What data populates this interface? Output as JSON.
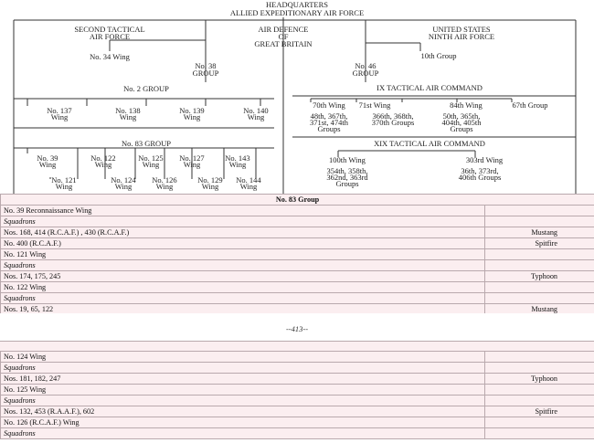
{
  "chart": {
    "hq": [
      "HEADQUARTERS",
      "ALLIED EXPEDITIONARY AIR FORCE"
    ],
    "second_taf": [
      "SECOND TACTICAL",
      "AIR FORCE"
    ],
    "air_defence": [
      "AIR DEFENCE",
      "OF",
      "GREAT BRITAIN"
    ],
    "us_ninth": [
      "UNITED STATES",
      "NINTH AIR FORCE"
    ],
    "no34": "No. 34 Wing",
    "no38": [
      "No. 38",
      "GROUP"
    ],
    "no46": [
      "No. 46",
      "GROUP"
    ],
    "tenth_group": "10th Group",
    "no2_group": "No. 2 GROUP",
    "no2_wings": [
      [
        "No. 137",
        "Wing"
      ],
      [
        "No. 138",
        "Wing"
      ],
      [
        "No. 139",
        "Wing"
      ],
      [
        "No. 140",
        "Wing"
      ]
    ],
    "no83_group": "No. 83 GROUP",
    "no83_upper": [
      [
        "No. 39",
        "Wing"
      ],
      [
        "No. 122",
        "Wing"
      ],
      [
        "No. 125",
        "Wing"
      ],
      [
        "No. 127",
        "Wing"
      ],
      [
        "No. 143",
        "Wing"
      ]
    ],
    "no83_lower": [
      [
        "No. 121",
        "Wing"
      ],
      [
        "No. 124",
        "Wing"
      ],
      [
        "No. 126",
        "Wing"
      ],
      [
        "No. 129",
        "Wing"
      ],
      [
        "No. 144",
        "Wing"
      ]
    ],
    "ix_tac": "IX TACTICAL AIR COMMAND",
    "ix_wings": [
      "70th Wing",
      "71st Wing",
      "84th Wing",
      "67th Group"
    ],
    "ix_groups": [
      [
        "48th, 367th,",
        "371st, 474th",
        "Groups"
      ],
      [
        "366th, 368th,",
        "370th Groups"
      ],
      [
        "50th, 365th,",
        "404th, 405th",
        "Groups"
      ]
    ],
    "xix_tac": "XIX TACTICAL AIR COMMAND",
    "xix_wings": [
      "100th Wing",
      "303rd Wing"
    ],
    "xix_groups": [
      [
        "354th, 358th,",
        "362nd, 363rd",
        "Groups"
      ],
      [
        "36th, 373rd,",
        "406th Groups"
      ]
    ]
  },
  "table": {
    "header": "No. 83 Group",
    "rows_top": [
      {
        "label": "No. 39 Reconnaissance Wing",
        "type": "",
        "italic": false
      },
      {
        "label": "Squadrons",
        "type": "",
        "italic": true
      },
      {
        "label": "Nos. 168, 414 (R.C.A.F.) , 430 (R.C.A.F.)",
        "type": "Mustang",
        "italic": false
      },
      {
        "label": "No. 400 (R.C.A.F.)",
        "type": "Spitfire",
        "italic": false
      },
      {
        "label": "No. 121 Wing",
        "type": "",
        "italic": false
      },
      {
        "label": "Squadrons",
        "type": "",
        "italic": true
      },
      {
        "label": "Nos. 174, 175, 245",
        "type": "Typhoon",
        "italic": false
      },
      {
        "label": "No. 122 Wing",
        "type": "",
        "italic": false
      },
      {
        "label": "Squadrons",
        "type": "",
        "italic": true
      },
      {
        "label": "Nos. 19, 65, 122",
        "type": "Mustang",
        "italic": false
      }
    ],
    "page_number": "--413--",
    "rows_bottom": [
      {
        "label": "No. 124 Wing",
        "type": "",
        "italic": false
      },
      {
        "label": "Squadrons",
        "type": "",
        "italic": true
      },
      {
        "label": "Nos. 181, 182, 247",
        "type": "Typhoon",
        "italic": false
      },
      {
        "label": "No. 125 Wing",
        "type": "",
        "italic": false
      },
      {
        "label": "Squadrons",
        "type": "",
        "italic": true
      },
      {
        "label": "Nos. 132, 453 (R.A.A.F.), 602",
        "type": "Spitfire",
        "italic": false
      },
      {
        "label": "No. 126 (R.C.A.F.) Wing",
        "type": "",
        "italic": false
      },
      {
        "label": "Squadrons",
        "type": "",
        "italic": true
      }
    ]
  }
}
